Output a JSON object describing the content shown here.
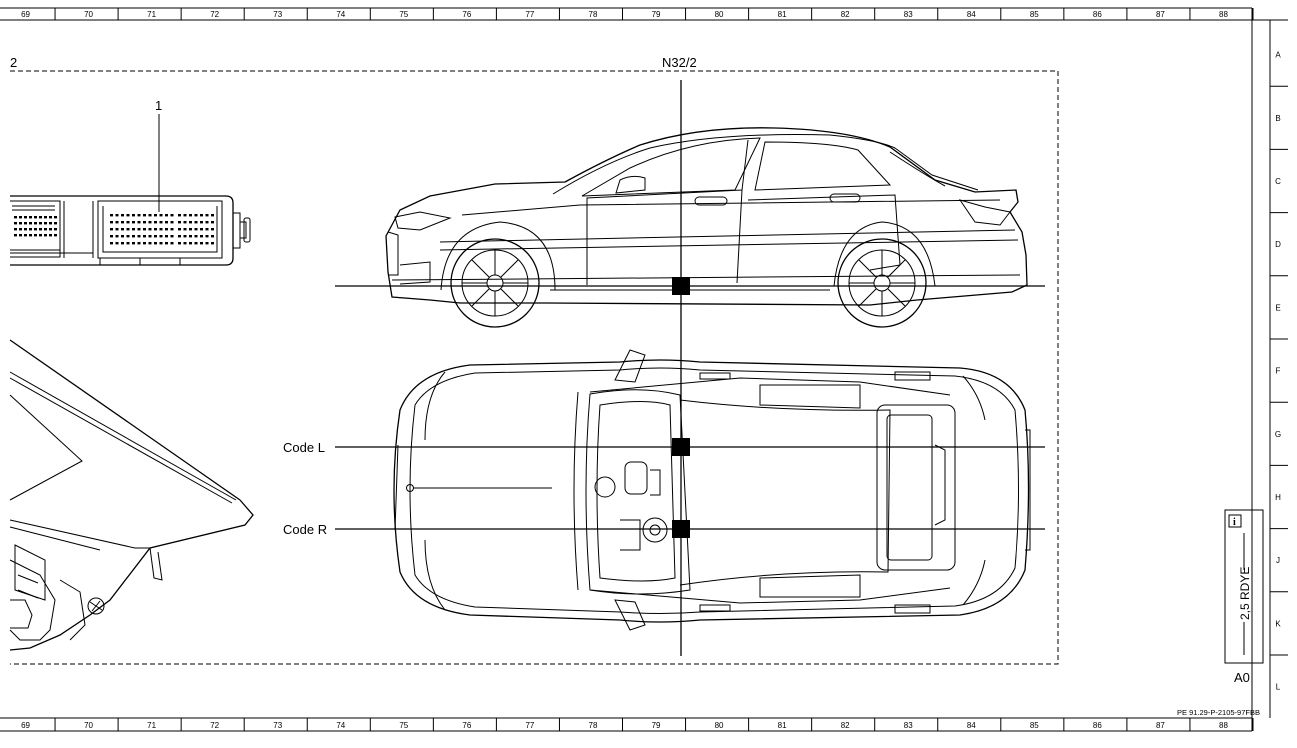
{
  "ruler": {
    "columns": [
      "69",
      "70",
      "71",
      "72",
      "73",
      "74",
      "75",
      "76",
      "77",
      "78",
      "79",
      "80",
      "81",
      "82",
      "83",
      "84",
      "85",
      "86",
      "87",
      "88"
    ],
    "rows": [
      "A",
      "B",
      "C",
      "D",
      "E",
      "F",
      "G",
      "H",
      "J",
      "K",
      "L"
    ]
  },
  "labels": {
    "module_ref": "2",
    "connector_ref": "1",
    "sensor_ref": "N32/2",
    "code_left": "Code L",
    "code_right": "Code R"
  },
  "wire_box": {
    "info_icon": "i",
    "wire_label": "2,5 RDYE",
    "terminal": "A0"
  },
  "footer": {
    "doc_id": "PE 91.29-P-2105-97FBB"
  }
}
